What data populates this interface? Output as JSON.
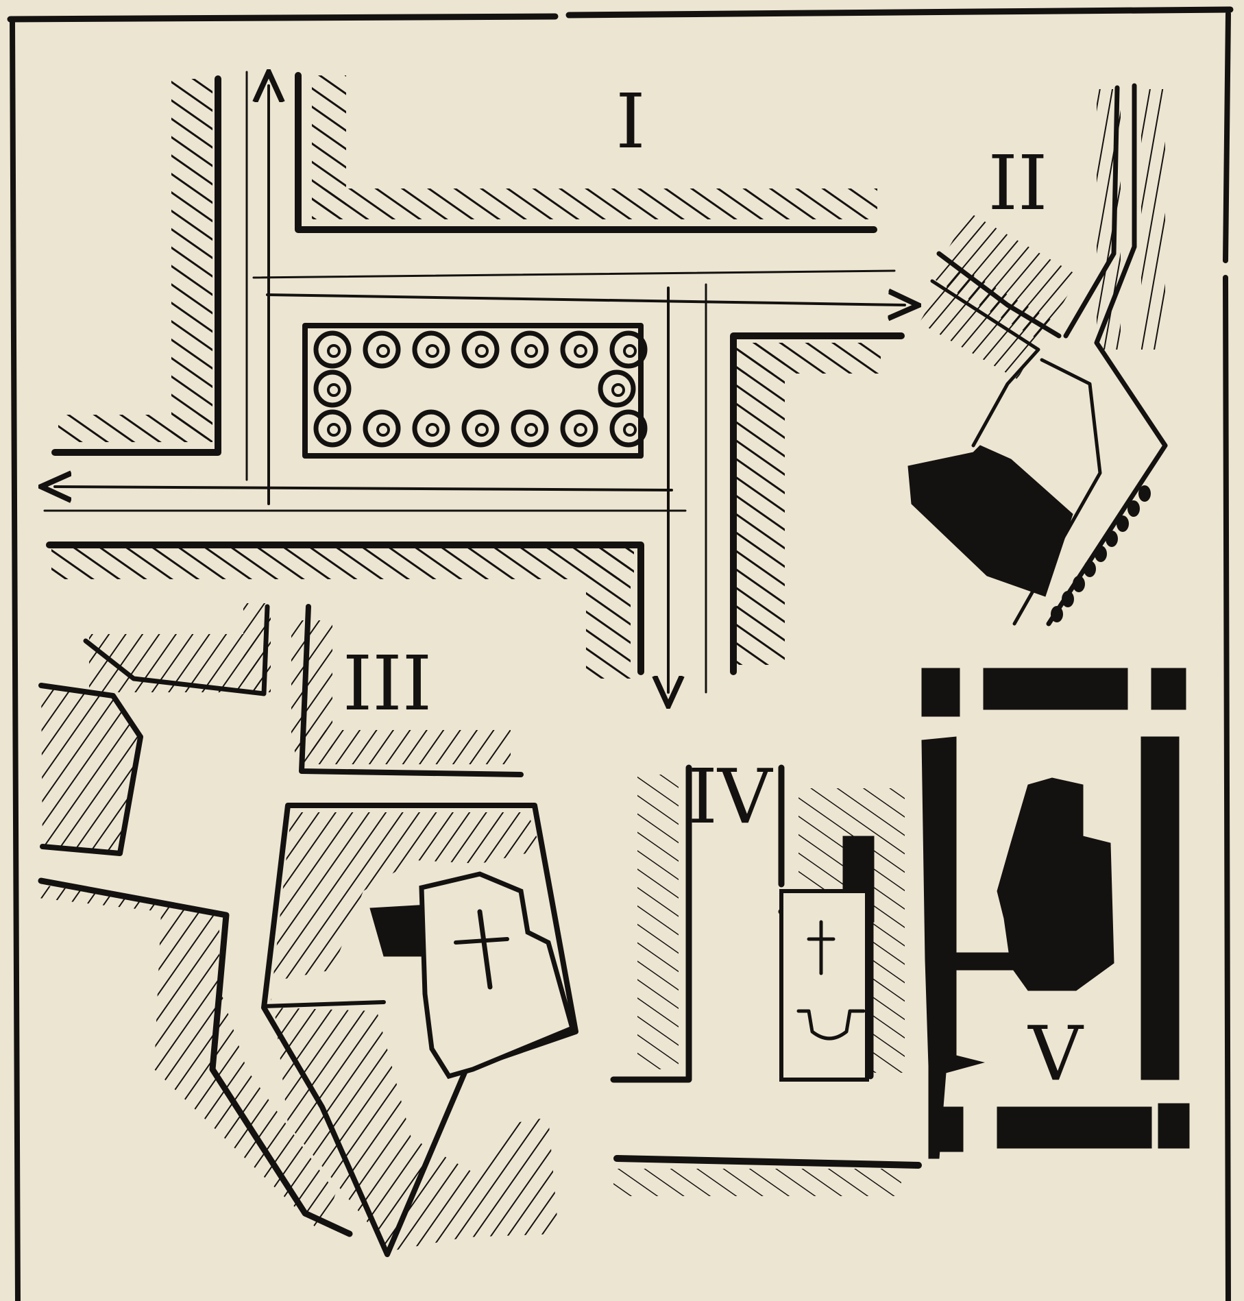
{
  "panels": [
    {
      "id": "I",
      "label": "I"
    },
    {
      "id": "II",
      "label": "II"
    },
    {
      "id": "III",
      "label": "III"
    },
    {
      "id": "IV",
      "label": "IV"
    },
    {
      "id": "V",
      "label": "V"
    }
  ],
  "colors": {
    "paper": "#ece5d2",
    "ink": "#141210"
  },
  "icons": {
    "church": "cross-icon",
    "tree": "tree-icon",
    "arrow": "arrow-icon"
  }
}
